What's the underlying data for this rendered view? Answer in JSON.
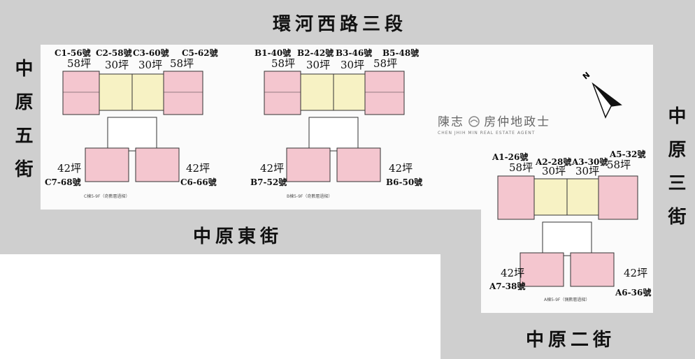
{
  "streets": {
    "top": "環河西路三段",
    "left": "中原五街",
    "right": "中原三街",
    "middle": "中原東街",
    "bottom": "中原二街"
  },
  "compass": {
    "label": "N",
    "icon": "north-arrow-icon"
  },
  "agent": {
    "name": "陳志",
    "name_suffix": "房仲地政士",
    "subtitle": "CHEN JHIH MIN  REAL ESTATE AGENT",
    "logo_icon": "agent-logo-icon"
  },
  "building_c": {
    "units": [
      {
        "label": "C1-56號",
        "size": "58坪"
      },
      {
        "label": "C2-58號",
        "size": "30坪"
      },
      {
        "label": "C3-60號",
        "size": "30坪"
      },
      {
        "label": "C5-62號",
        "size": "58坪"
      },
      {
        "label": "C7-68號",
        "size": "42坪"
      },
      {
        "label": "C6-66號",
        "size": "42坪"
      }
    ],
    "caption": "C棟5-9F（奇數層過樑）"
  },
  "building_b": {
    "units": [
      {
        "label": "B1-40號",
        "size": "58坪"
      },
      {
        "label": "B2-42號",
        "size": "30坪"
      },
      {
        "label": "B3-46號",
        "size": "30坪"
      },
      {
        "label": "B5-48號",
        "size": "58坪"
      },
      {
        "label": "B7-52號",
        "size": "42坪"
      },
      {
        "label": "B6-50號",
        "size": "42坪"
      }
    ],
    "caption": "B棟5-9F（奇數層過樑）"
  },
  "building_a": {
    "units": [
      {
        "label": "A1-26號",
        "size": "58坪"
      },
      {
        "label": "A2-28號",
        "size": "30坪"
      },
      {
        "label": "A3-30號",
        "size": "30坪"
      },
      {
        "label": "A5-32號",
        "size": "58坪"
      },
      {
        "label": "A7-38號",
        "size": "42坪"
      },
      {
        "label": "A6-36號",
        "size": "42坪"
      }
    ],
    "caption": "A棟5-9F（偶數層過樑）"
  },
  "colors": {
    "unit_pink": "#f4c6cf",
    "core_yellow": "#f7f2c4",
    "wall": "#333333",
    "street_bg": "#cfcfcf"
  }
}
